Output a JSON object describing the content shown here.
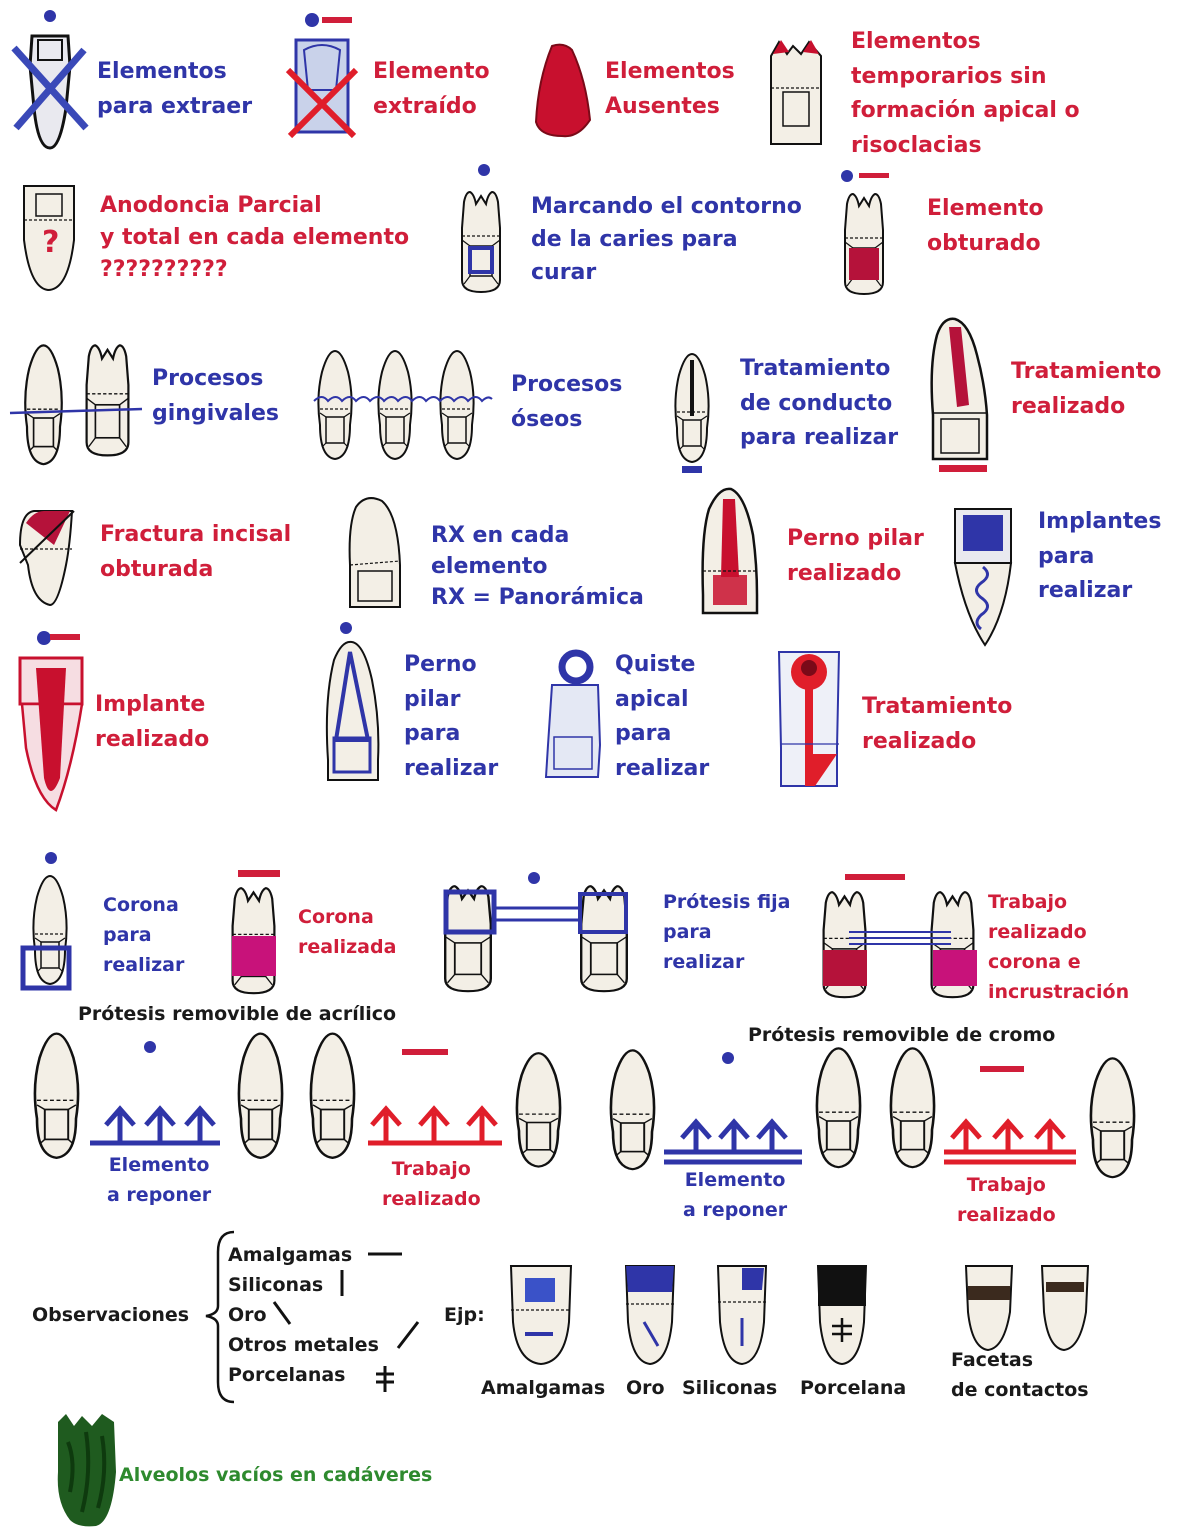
{
  "colors": {
    "blue": "#2f35a8",
    "red": "#d01e3a",
    "green": "#2e8a2e",
    "black": "#1a1a1a",
    "tooth_fill": "#f3efe6"
  },
  "row1": {
    "extraer": "Elementos\npara extraer",
    "extraido": "Elemento\nextraído",
    "ausentes": "Elementos\nAusentes",
    "temporarios": "Elementos\ntemporarios sin\nformación apical o\nrisoclacias"
  },
  "row2": {
    "anodoncia": "Anodoncia Parcial\ny total en cada elemento\n??????????",
    "caries": "Marcando el contorno\nde la caries para\ncurar",
    "obturado": "Elemento\nobturado"
  },
  "row3": {
    "gingivales": "Procesos\ngingivales",
    "oseos": "Procesos\nóseos",
    "conducto": "Tratamiento\nde conducto\npara realizar",
    "tratamiento_realizado": "Tratamiento\nrealizado"
  },
  "row4": {
    "fractura": "Fractura incisal\nobturada",
    "rx": "RX en cada\nelemento\nRX = Panorámica",
    "perno_realizado": "Perno pilar\nrealizado",
    "implantes_realizar": "Implantes\npara\nrealizar"
  },
  "row5": {
    "implante_realizado": "Implante\nrealizado",
    "perno_realizar": "Perno\npilar\npara\nrealizar",
    "quiste": "Quiste\napical\npara\nrealizar",
    "tratamiento_realizado2": "Tratamiento\nrealizado"
  },
  "row6": {
    "corona_realizar": "Corona\npara\nrealizar",
    "corona_realizada": "Corona\nrealizada",
    "protesis_fija": "Prótesis fija\npara\nrealizar",
    "trabajo_corona": "Trabajo\nrealizado\ncorona e\nincrustración"
  },
  "row7": {
    "acrilico_title": "Prótesis removible de acrílico",
    "cromo_title": "Prótesis removible de cromo",
    "reponer1": "Elemento\na reponer",
    "trabajo1": "Trabajo\nrealizado",
    "reponer2": "Elemento\na reponer",
    "trabajo2": "Trabajo\nrealizado"
  },
  "observaciones": {
    "label": "Observaciones",
    "items": [
      "Amalgamas",
      "Siliconas",
      "Oro",
      "Otros metales",
      "Porcelanas"
    ],
    "ejp": "Ejp:",
    "examples": [
      "Amalgamas",
      "Oro",
      "Siliconas",
      "Porcelana"
    ],
    "facetas": "Facetas\nde contactos"
  },
  "alveolos": "Alveolos vacíos en cadáveres"
}
